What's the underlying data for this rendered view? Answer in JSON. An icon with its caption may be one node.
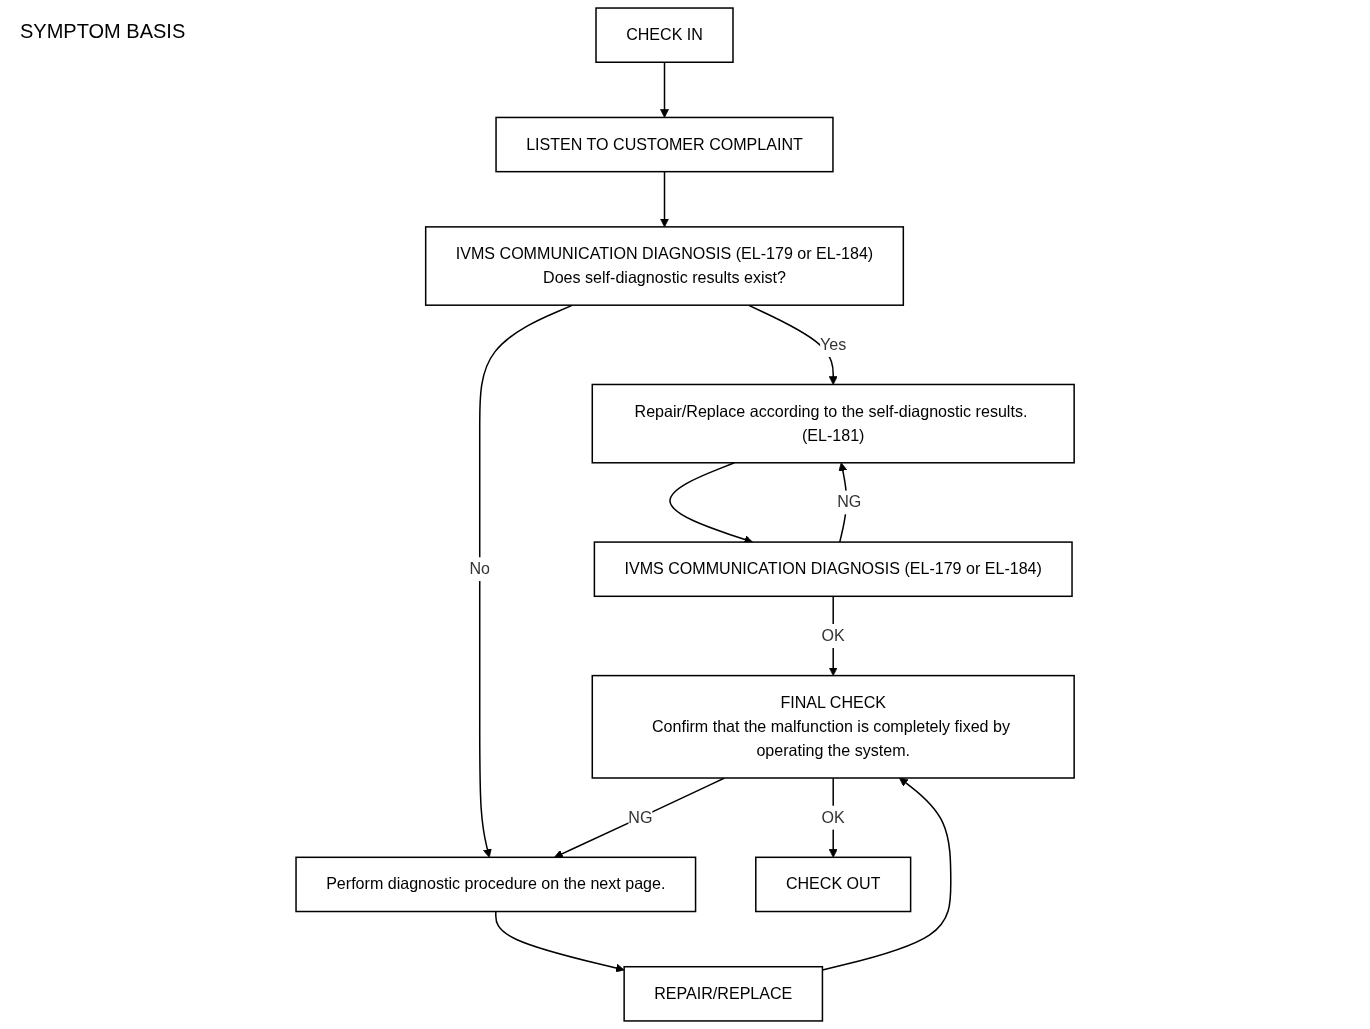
{
  "diagram": {
    "nodes": [
      {
        "text": [
          "CHECK IN"
        ]
      },
      {
        "text": [
          "LISTEN TO CUSTOMER COMPLAINT"
        ]
      },
      {
        "text": [
          "IVMS COMMUNICATION DIAGNOSIS (EL-179 or EL-184)",
          "Does self-diagnostic results exist?"
        ]
      },
      {
        "text": [
          "Repair/Replace according to the self-diagnostic results. (EL-181)"
        ]
      },
      {
        "text": [
          "Perform diagnostic procedure on the next page."
        ]
      },
      {
        "text": [
          "IVMS COMMUNICATION DIAGNOSIS (EL-179 or EL-184)"
        ]
      },
      {
        "text": [
          "REPAIR/REPLACE"
        ]
      },
      {
        "text": [
          "FINAL CHECK",
          "Confirm that the malfunction is completely fixed by operating the system."
        ]
      },
      {
        "text": [
          "CHECK OUT"
        ]
      }
    ],
    "edges": [
      {
        "from": 0,
        "to": 1,
        "arrow": "to"
      },
      {
        "from": 1,
        "to": 2,
        "arrow": "to"
      },
      {
        "from": 2,
        "to": 3,
        "arrow": "to",
        "label": "Yes"
      },
      {
        "from": 2,
        "to": 4,
        "arrow": "to",
        "label": "No"
      },
      {
        "from": 3,
        "to": 5,
        "arrow": "to"
      },
      {
        "from": 5,
        "to": 3,
        "arrow": "to",
        "label": "NG"
      },
      {
        "from": 4,
        "to": 6,
        "arrow": "to"
      },
      {
        "from": 5,
        "to": 7,
        "arrow": "to",
        "label": "OK"
      },
      {
        "from": 6,
        "to": 7,
        "arrow": "to"
      },
      {
        "from": 7,
        "to": 4,
        "arrow": "to",
        "label": "NG"
      },
      {
        "from": 7,
        "to": 8,
        "arrow": "to",
        "label": "OK"
      }
    ],
    "labels": [
      "SYMPTOM BASIS"
    ]
  }
}
